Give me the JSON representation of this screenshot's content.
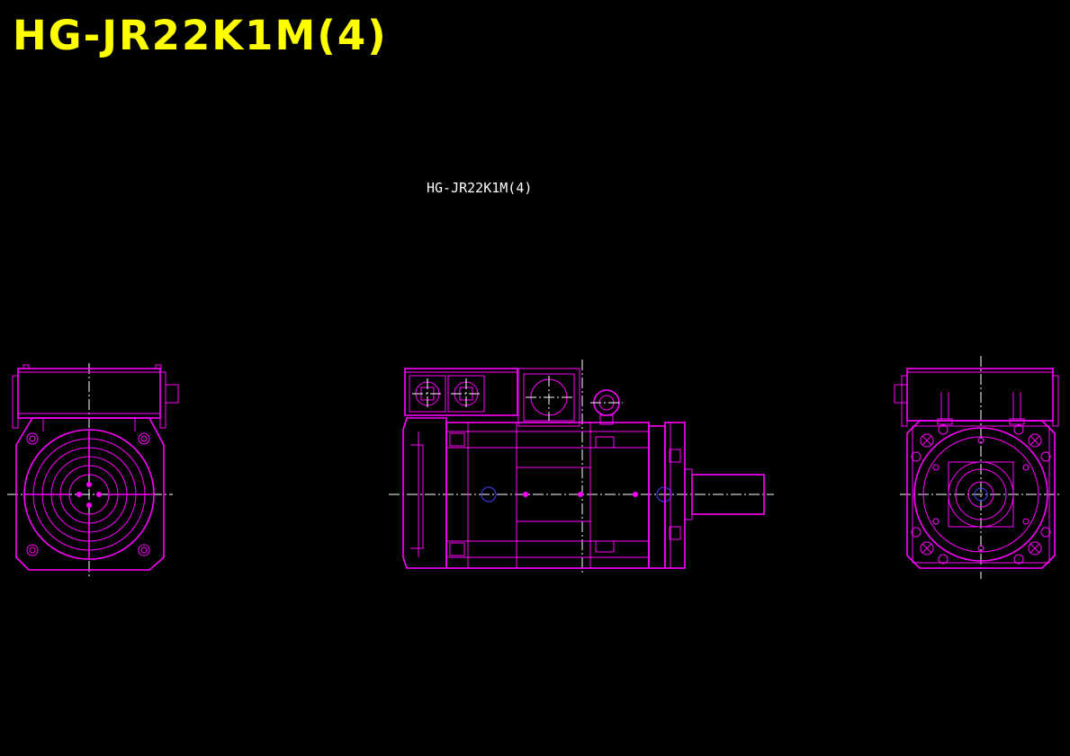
{
  "title": "HG-JR22K1M(4)",
  "drawing_label": "HG-JR22K1M(4)",
  "colors": {
    "background": "#000000",
    "title": "#ffff00",
    "outline": "#ff00ff",
    "centerline": "#ffffff",
    "detail": "#4040ff"
  },
  "views": [
    "rear-view",
    "side-view",
    "front-view"
  ]
}
